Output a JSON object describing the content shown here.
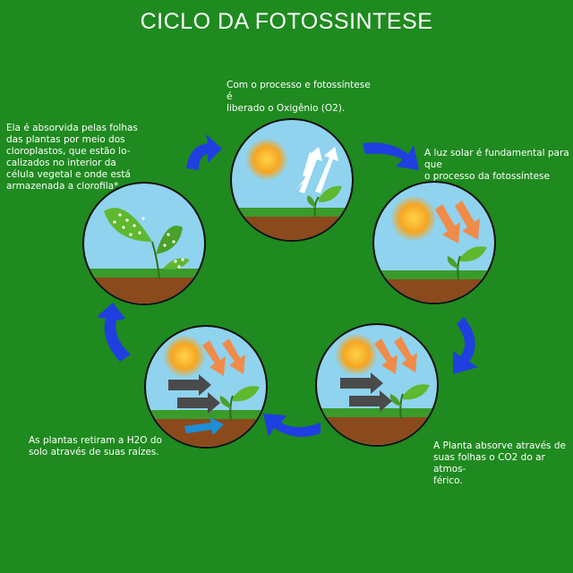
{
  "title": "CICLO DA FOTOSSINTESE",
  "captions": {
    "top": "Com o processo e fotossíntese é\nliberado o Oxigênio (O2).",
    "left": "Ela é absorvida pelas folhas\ndas plantas por meio dos\ncloroplastos, que estão lo-\ncalizados no interior da\ncélula vegetal e onde está\narmazenada a clorofila*.",
    "right": "A luz solar é fundamental para que\no processo da fotossíntese ocorra.",
    "bottom_left": "As plantas retiram a H2O do\nsolo através de suas raízes.",
    "bottom_right": "A Planta absorve através de\nsuas folhas o CO2 do ar atmos-\nférico."
  },
  "colors": {
    "background": "#1f8a1f",
    "sky": "#8fd3ef",
    "soil": "#8b4a1c",
    "grass": "#3a9a2a",
    "sun": "#f5a623",
    "light_arrow": "#f08b4a",
    "co2_arrow": "#4a4a4a",
    "water_arrow": "#1e8fd6",
    "cycle_arrow": "#1f3fe0",
    "plant": "#5fb82e"
  }
}
